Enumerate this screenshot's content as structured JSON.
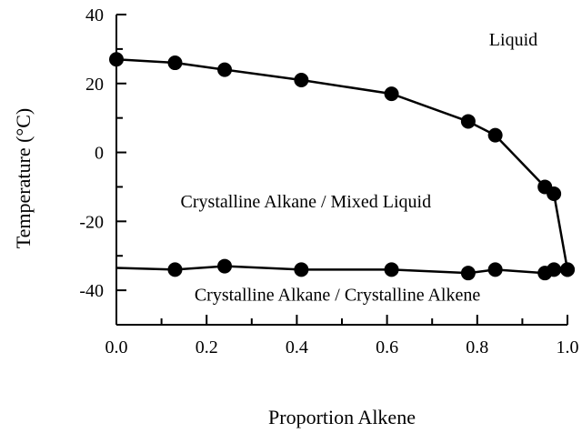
{
  "chart_data": {
    "type": "scatter",
    "xlabel": "Proportion Alkene",
    "ylabel": "Temperature (°C)",
    "xlim": [
      0.0,
      1.0
    ],
    "ylim": [
      -50,
      40
    ],
    "x_ticks": [
      0.0,
      0.2,
      0.4,
      0.6,
      0.8,
      1.0
    ],
    "x_tick_labels": [
      "0.0",
      "0.2",
      "0.4",
      "0.6",
      "0.8",
      "1.0"
    ],
    "y_ticks": [
      -40,
      -20,
      0,
      20,
      40
    ],
    "y_tick_labels": [
      "-40",
      "-20",
      "0",
      "20",
      "40"
    ],
    "grid": false,
    "legend": "none",
    "series": [
      {
        "line": true,
        "marker": "filled-circle",
        "x": [
          0.0,
          0.13,
          0.24,
          0.41,
          0.61,
          0.78,
          0.84,
          0.95,
          0.97,
          1.0
        ],
        "y": [
          27,
          26,
          24,
          21,
          17,
          9,
          5,
          -10,
          -12,
          -34
        ]
      },
      {
        "line": true,
        "marker": "filled-circle",
        "x": [
          0.0,
          0.13,
          0.24,
          0.41,
          0.61,
          0.78,
          0.84,
          0.95,
          0.97,
          1.0
        ],
        "y": [
          -33.5,
          -34,
          -33,
          -34,
          -34,
          -35,
          -34,
          -35,
          -34,
          -34
        ],
        "marker_from_index": 1
      }
    ],
    "annotations": [
      {
        "text": "Liquid",
        "x": 0.88,
        "y": 31
      },
      {
        "text": "Crystalline Alkane / Mixed Liquid",
        "x": 0.42,
        "y": -16
      },
      {
        "text": "Crystalline Alkane / Crystalline Alkene",
        "x": 0.49,
        "y": -43
      }
    ]
  }
}
